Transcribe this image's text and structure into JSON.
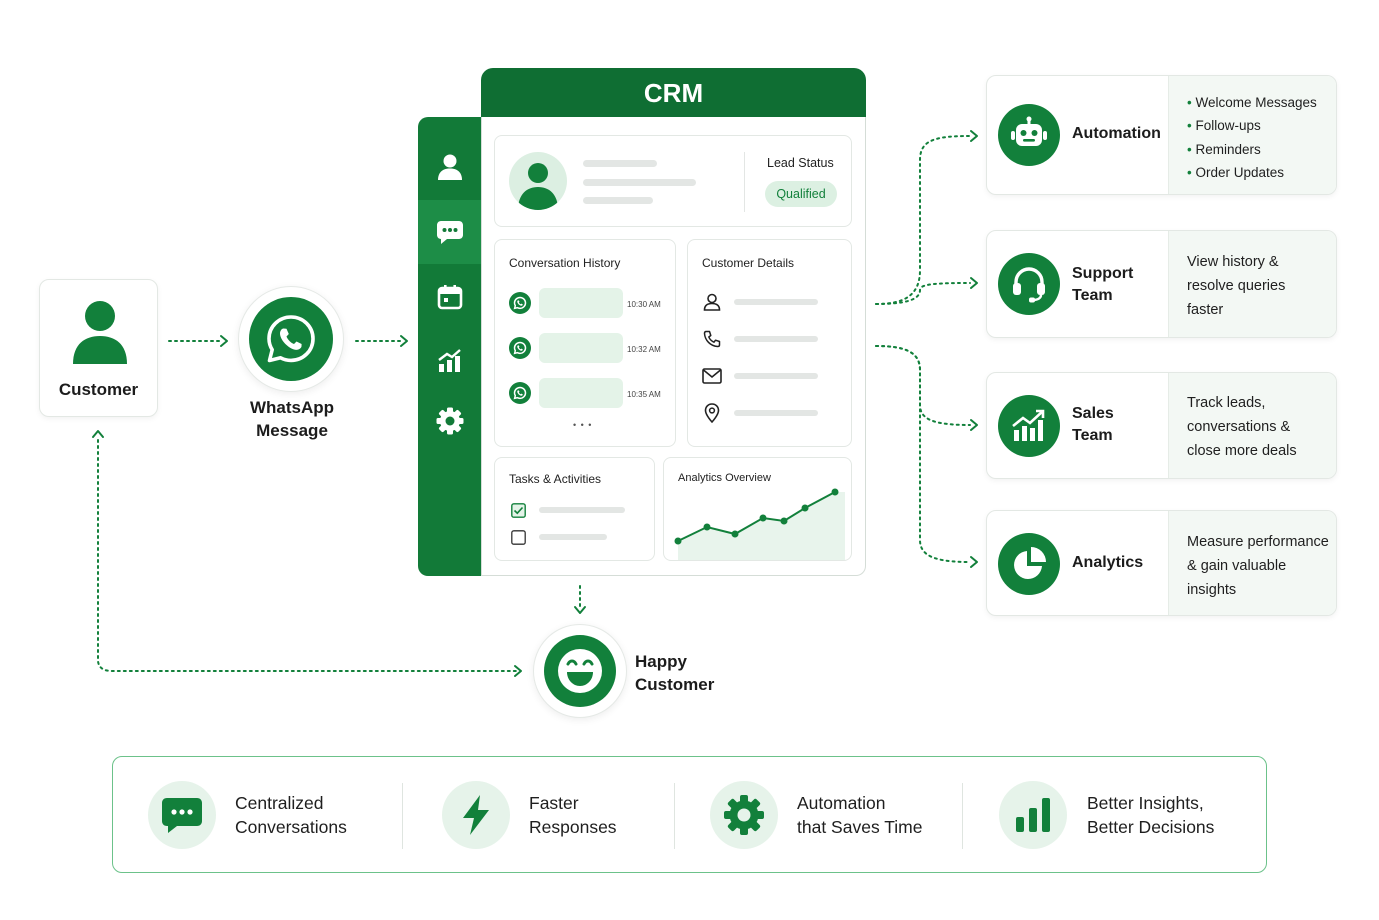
{
  "colors": {
    "primary": "#12803b",
    "dark": "#0f6e33",
    "accent_light": "#e6f3ea",
    "border": "#6cc28a"
  },
  "customer": {
    "label": "Customer",
    "icon": "user-icon"
  },
  "whatsapp": {
    "label_line1": "WhatsApp",
    "label_line2": "Message",
    "icon": "whatsapp-icon"
  },
  "crm": {
    "title": "CRM",
    "sidebar": [
      "user-icon",
      "chat-icon",
      "calendar-icon",
      "chart-icon",
      "gear-icon"
    ],
    "lead": {
      "status_label": "Lead Status",
      "status_value": "Qualified"
    },
    "conversation_history": {
      "title": "Conversation History",
      "times": [
        "10:30 AM",
        "10:32 AM",
        "10:35 AM"
      ],
      "more": "• • •"
    },
    "customer_details": {
      "title": "Customer Details",
      "icons": [
        "person-icon",
        "phone-icon",
        "mail-icon",
        "location-icon"
      ]
    },
    "tasks": {
      "title": "Tasks & Activities"
    },
    "analytics": {
      "title": "Analytics Overview"
    }
  },
  "modules": [
    {
      "title": "Automation",
      "items": [
        "Welcome Messages",
        "Follow-ups",
        "Reminders",
        "Order Updates"
      ],
      "icon": "robot-icon"
    },
    {
      "title_line1": "Support",
      "title_line2": "Team",
      "desc": [
        "View history &",
        "resolve queries",
        "faster"
      ],
      "icon": "headset-icon"
    },
    {
      "title_line1": "Sales",
      "title_line2": "Team",
      "desc": [
        "Track leads,",
        "conversations &",
        "close more deals"
      ],
      "icon": "growth-icon"
    },
    {
      "title": "Analytics",
      "desc": [
        "Measure performance",
        "& gain valuable",
        "insights"
      ],
      "icon": "pie-icon"
    }
  ],
  "happy": {
    "line1": "Happy",
    "line2": "Customer",
    "icon": "smile-icon"
  },
  "benefits": [
    {
      "line1": "Centralized",
      "line2": "Conversations",
      "icon": "chat-icon"
    },
    {
      "line1": "Faster",
      "line2": "Responses",
      "icon": "bolt-icon"
    },
    {
      "line1": "Automation",
      "line2": "that Saves Time",
      "icon": "gear-icon"
    },
    {
      "line1": "Better Insights,",
      "line2": "Better Decisions",
      "icon": "bar-chart-icon"
    }
  ]
}
